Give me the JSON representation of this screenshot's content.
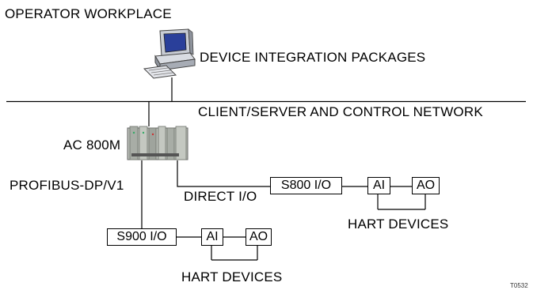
{
  "labels": {
    "operator_workplace": "OPERATOR WORKPLACE",
    "device_integration": "DEVICE INTEGRATION PACKAGES",
    "network": "CLIENT/SERVER AND CONTROL NETWORK",
    "controller": "AC 800M",
    "profibus": "PROFIBUS-DP/V1",
    "direct_io": "DIRECT I/O",
    "hart_devices_right": "HART DEVICES",
    "hart_devices_left": "HART DEVICES",
    "figure_code": "T0532"
  },
  "modules": {
    "s800": "S800 I/O",
    "s900": "S900 I/O",
    "ai_right": "AI",
    "ao_right": "AO",
    "ai_left": "AI",
    "ao_left": "AO"
  }
}
